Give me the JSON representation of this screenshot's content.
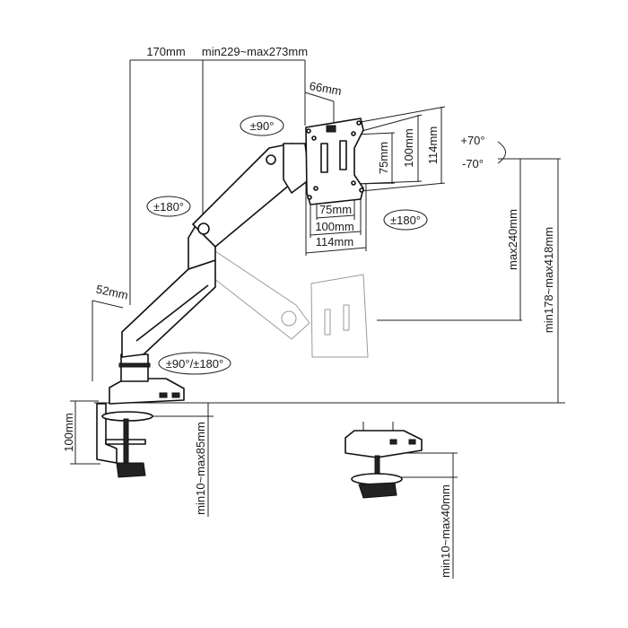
{
  "title": "Gas spring monitor arm dimension diagram",
  "dimensions": {
    "arm_base_reach": "170mm",
    "arm_extension": "min229~max273mm",
    "vesa_offset": "66mm",
    "vesa_v_75": "75mm",
    "vesa_v_100": "100mm",
    "vesa_v_114": "114mm",
    "vesa_h_75": "75mm",
    "vesa_h_100": "100mm",
    "vesa_h_114": "114mm",
    "height_adjust": "max240mm",
    "total_height": "min178~max418mm",
    "pole_offset": "52mm",
    "clamp_height": "100mm",
    "clamp_range": "min10~max85mm",
    "grommet_range": "min10~max40mm"
  },
  "rotations": {
    "head_swivel": "±90°",
    "arm_swivel": "±180°",
    "screen_rotate": "±180°",
    "base_swivel": "±90°/±180°",
    "tilt_up": "+70°",
    "tilt_down": "-70°"
  }
}
